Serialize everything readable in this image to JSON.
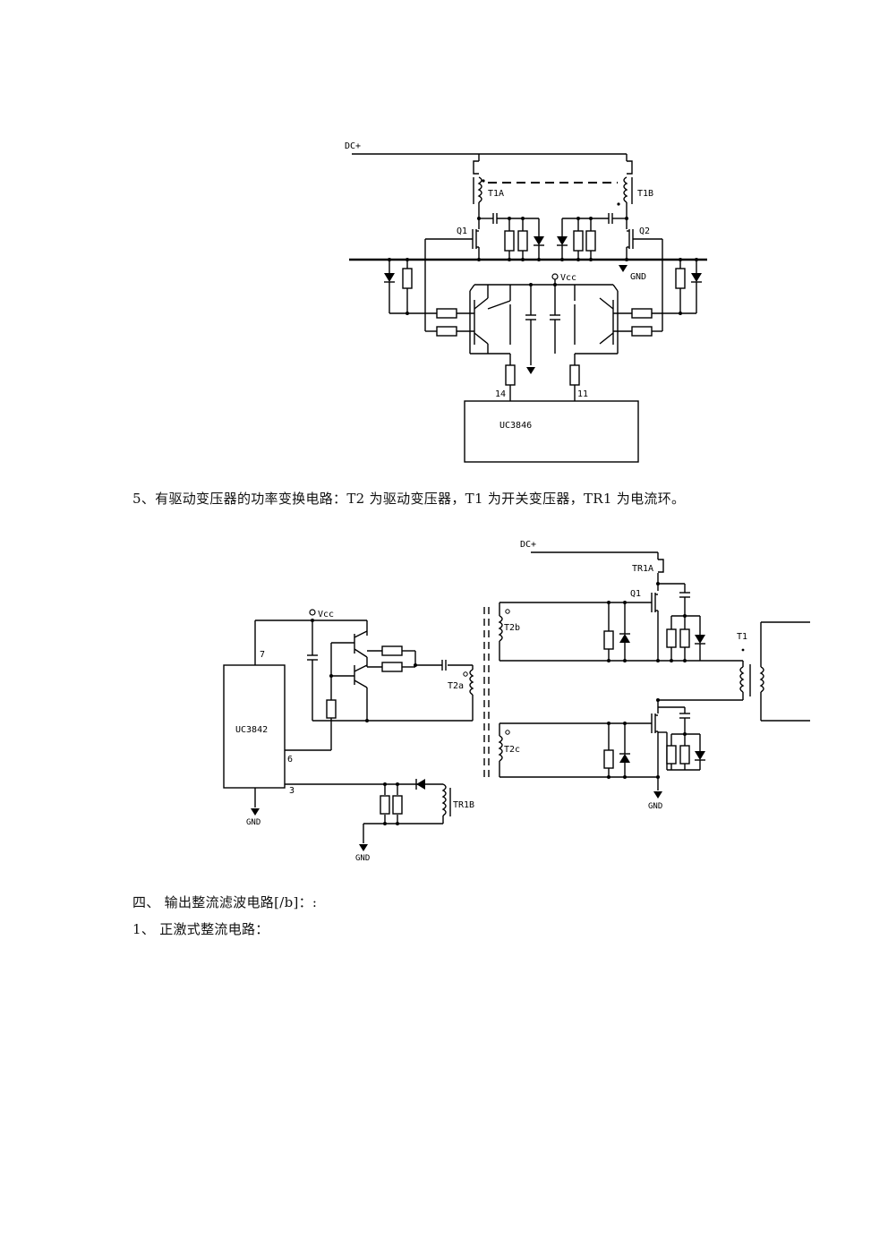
{
  "figure1": {
    "dc_plus": "DC+",
    "t1a": "T1A",
    "t1b": "T1B",
    "q1": "Q1",
    "q2": "Q2",
    "vcc": "Vcc",
    "gnd": "GND",
    "pin14": "14",
    "pin11": "11",
    "ic": "UC3846"
  },
  "caption1": "5、有驱动变压器的功率变换电路：T2 为驱动变压器，T1 为开关变压器，TR1 为电流环。",
  "figure2": {
    "dc_plus": "DC+",
    "tr1a": "TR1A",
    "q1": "Q1",
    "vcc": "Vcc",
    "t2b": "T2b",
    "t2a": "T2a",
    "t2c": "T2c",
    "t1": "T1",
    "ic": "UC3842",
    "pin7": "7",
    "pin6": "6",
    "pin3": "3",
    "gnd_a": "GND",
    "gnd_b": "GND",
    "gnd_c": "GND",
    "tr1b": "TR1B"
  },
  "heading4": "四、 输出整流滤波电路[/b]：:",
  "heading4_1": "1、 正激式整流电路："
}
